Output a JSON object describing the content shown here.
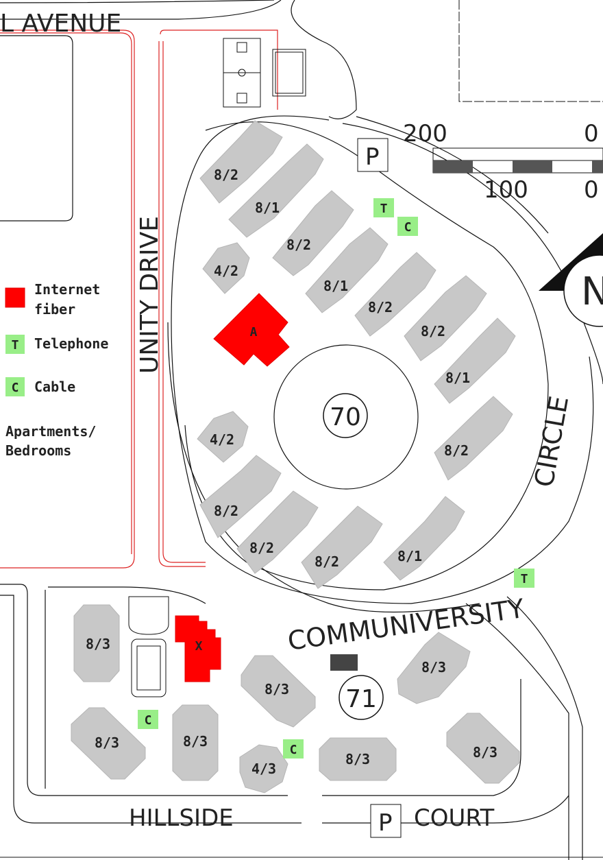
{
  "streets": {
    "avenue": "L AVENUE",
    "unity_drive": "UNITY DRIVE",
    "communiversity": "COMMUNIVERSITY",
    "circle": "CIRCLE",
    "hillside": "HILLSIDE",
    "court": "COURT"
  },
  "scale": {
    "top_left": "200",
    "top_right": "0",
    "bottom_mid": "100",
    "bottom_right": "0"
  },
  "north_label": "N",
  "parking_label": "P",
  "building_numbers": {
    "b70": "70",
    "b71": "71"
  },
  "legend": {
    "internet_line1": "Internet",
    "internet_line2": "fiber",
    "telephone_key": "T",
    "telephone": "Telephone",
    "cable_key": "C",
    "cable": "Cable",
    "apartments_line1": "Apartments/",
    "apartments_line2": "Bedrooms"
  },
  "colors": {
    "internet": "#ff0000",
    "service": "#99ee88",
    "building": "#c8c8c8"
  },
  "markers": {
    "t1": "T",
    "c1": "C",
    "t2": "T",
    "c2": "C",
    "c3": "C"
  },
  "fiber_buildings": {
    "a": "A",
    "x": "X"
  },
  "units": {
    "u1": "8/2",
    "u2": "8/1",
    "u3": "8/2",
    "u4": "4/2",
    "u5": "8/1",
    "u6": "8/2",
    "u7": "8/2",
    "u8": "8/1",
    "u9": "4/2",
    "u10": "8/2",
    "u11": "8/2",
    "u12": "8/2",
    "u13": "8/2",
    "u14": "8/1",
    "u15": "8/3",
    "u16": "8/3",
    "u17": "8/3",
    "u18": "8/3",
    "u19": "8/3",
    "u20": "4/3",
    "u21": "8/3",
    "u22": "8/3"
  }
}
